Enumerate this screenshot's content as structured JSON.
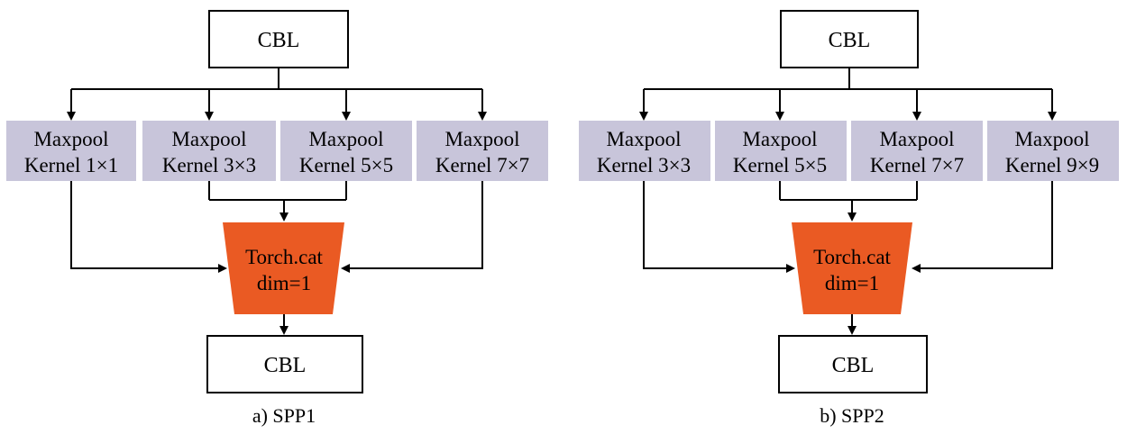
{
  "colors": {
    "pool_fill": "#c8c5da",
    "cat_fill": "#ea5a23",
    "line": "#000000"
  },
  "panels": [
    {
      "caption": "a) SPP1",
      "cbl_top": "CBL",
      "cbl_bottom": "CBL",
      "pools": [
        {
          "line1": "Maxpool",
          "line2": "Kernel 1×1"
        },
        {
          "line1": "Maxpool",
          "line2": "Kernel 3×3"
        },
        {
          "line1": "Maxpool",
          "line2": "Kernel 5×5"
        },
        {
          "line1": "Maxpool",
          "line2": "Kernel 7×7"
        }
      ],
      "cat": {
        "line1": "Torch.cat",
        "line2": "dim=1"
      }
    },
    {
      "caption": "b) SPP2",
      "cbl_top": "CBL",
      "cbl_bottom": "CBL",
      "pools": [
        {
          "line1": "Maxpool",
          "line2": "Kernel 3×3"
        },
        {
          "line1": "Maxpool",
          "line2": "Kernel 5×5"
        },
        {
          "line1": "Maxpool",
          "line2": "Kernel 7×7"
        },
        {
          "line1": "Maxpool",
          "line2": "Kernel 9×9"
        }
      ],
      "cat": {
        "line1": "Torch.cat",
        "line2": "dim=1"
      }
    }
  ]
}
